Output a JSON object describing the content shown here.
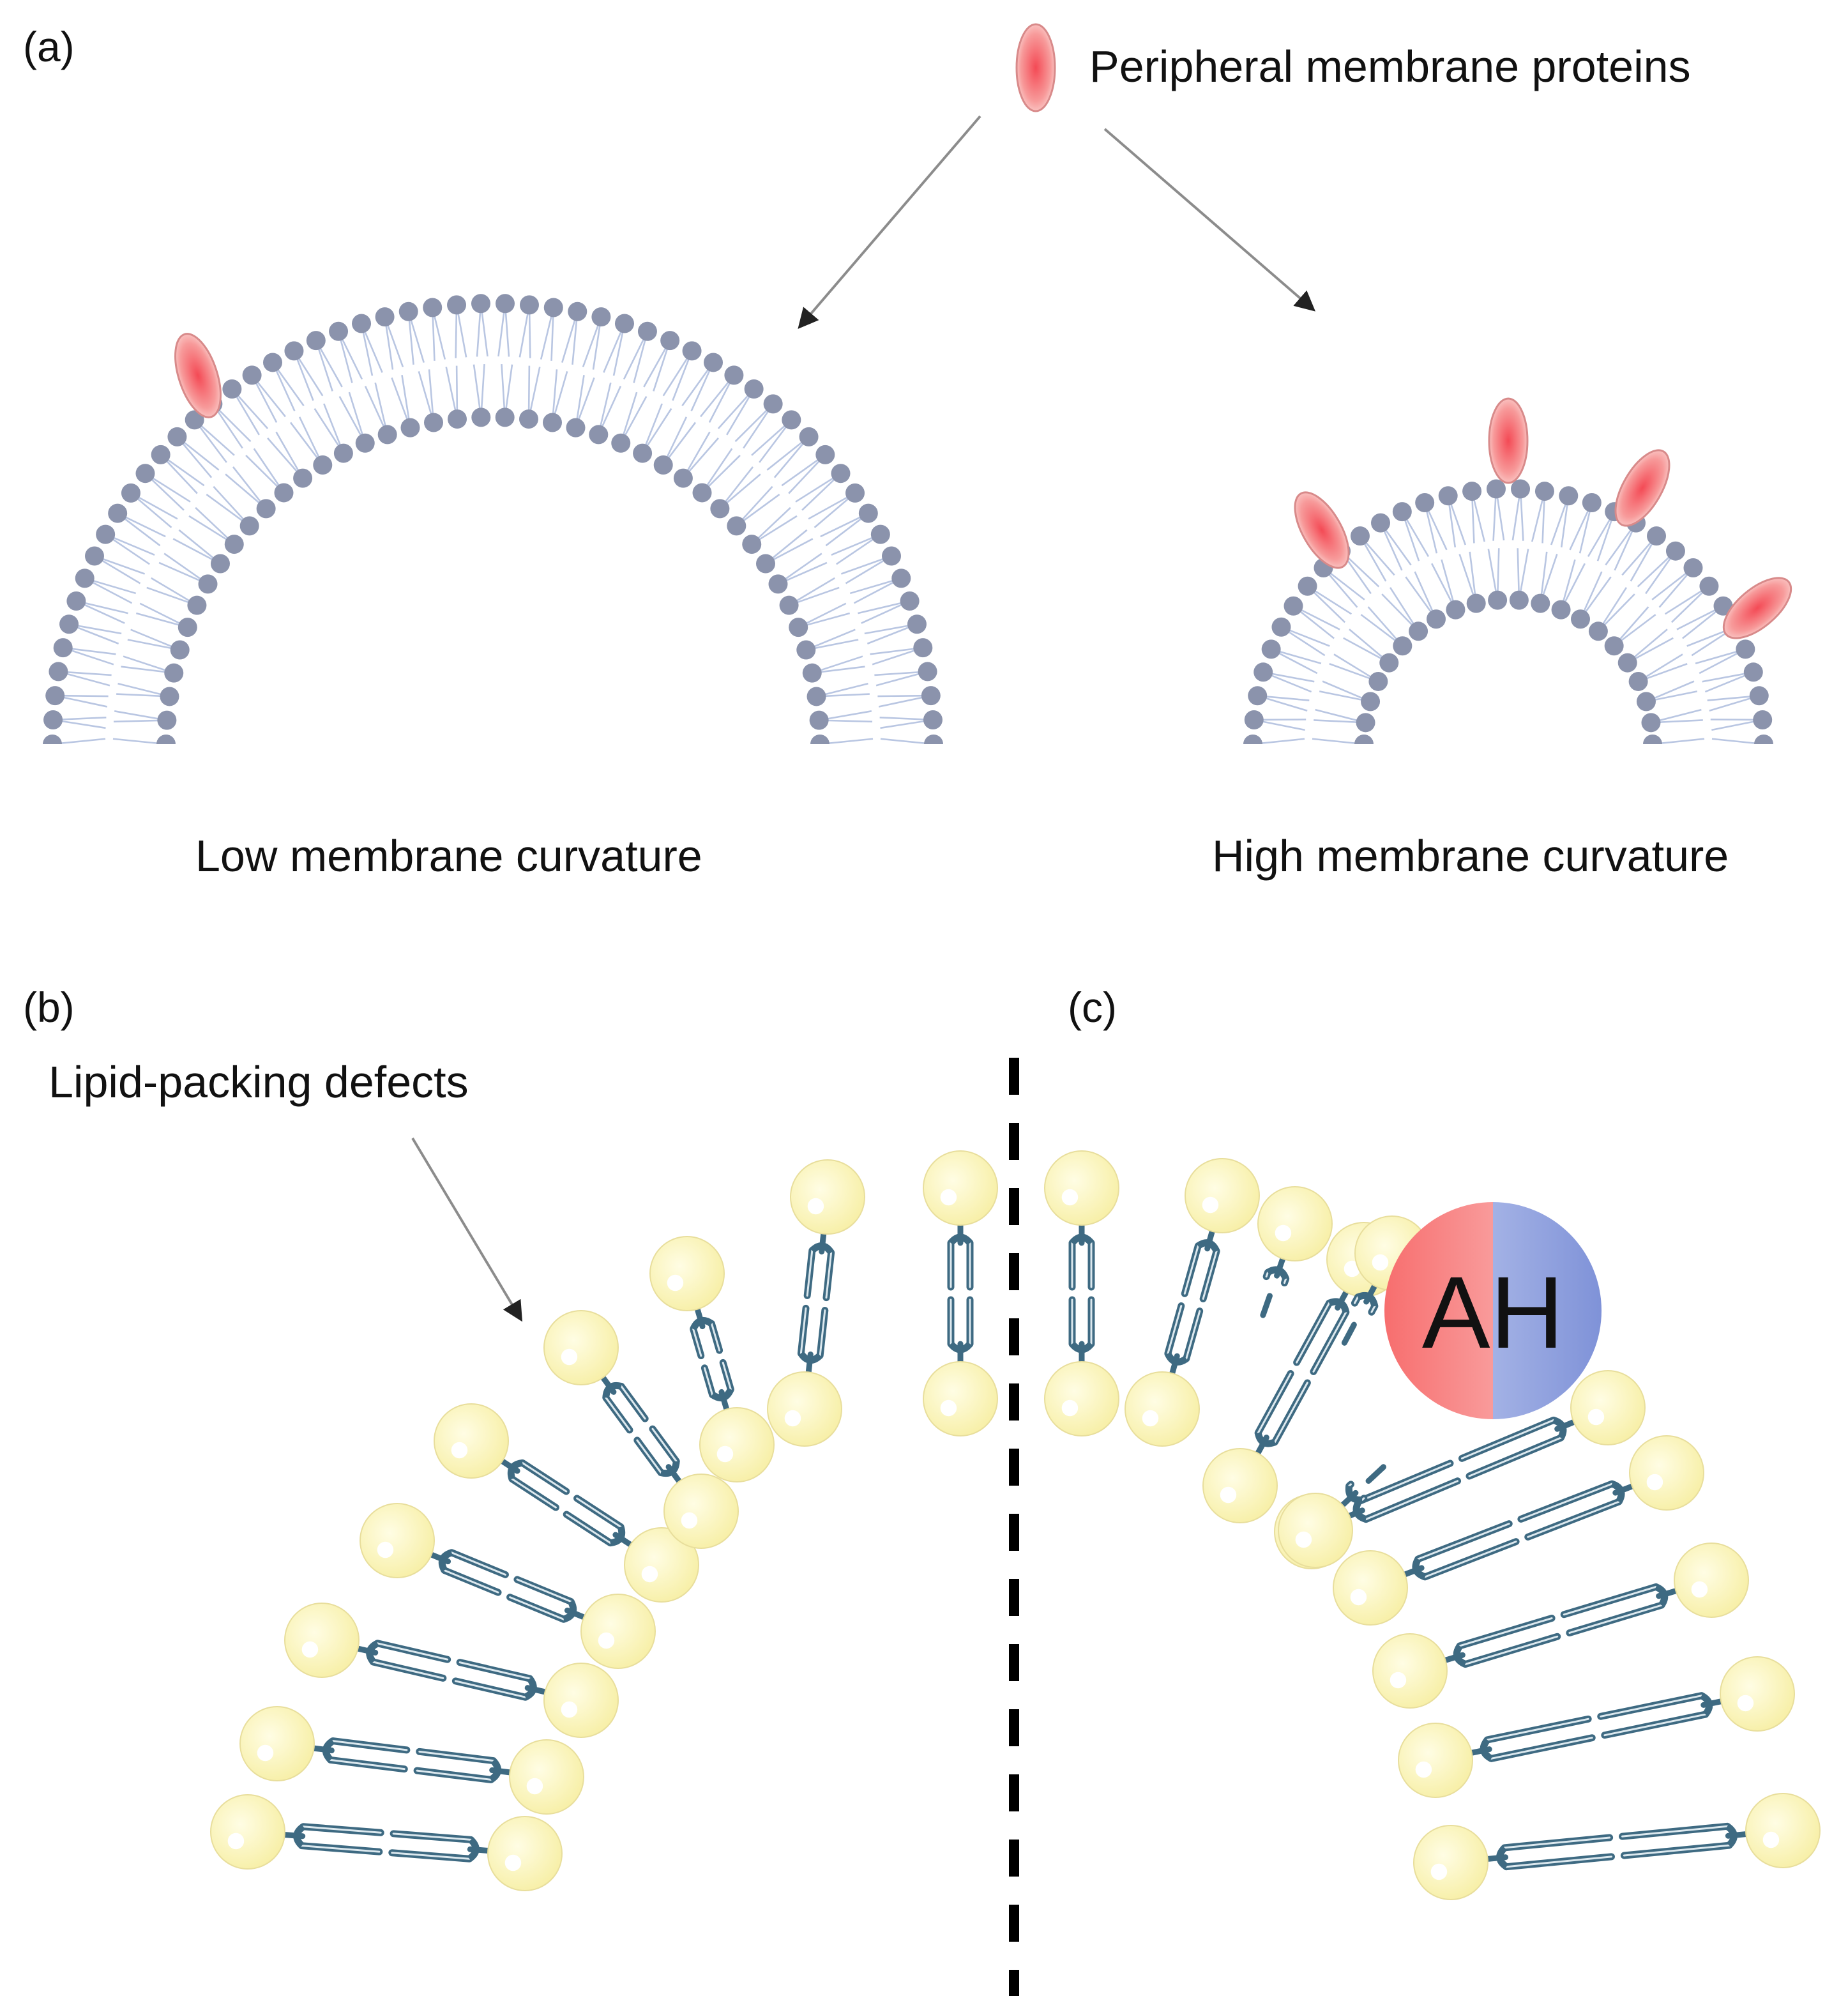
{
  "panel_a": {
    "tag": "(a)",
    "legend_text": "Peripheral membrane proteins",
    "low_caption": "Low membrane curvature",
    "high_caption": "High membrane curvature"
  },
  "panel_b": {
    "tag": "(b)",
    "defect_label": "Lipid-packing defects"
  },
  "panel_c": {
    "tag": "(c)",
    "helix_label": "AH"
  },
  "colors": {
    "protein": "#f26b6b",
    "lipid_head_small": "#8b93ac",
    "lipid_tail_small": "#b9c6e2",
    "lipid_head_large": "#fbf4b6",
    "lipid_tail_large": "#3e6a82",
    "helix_hydrophobic": "#f27f7f",
    "helix_hydrophilic": "#93a6de"
  }
}
